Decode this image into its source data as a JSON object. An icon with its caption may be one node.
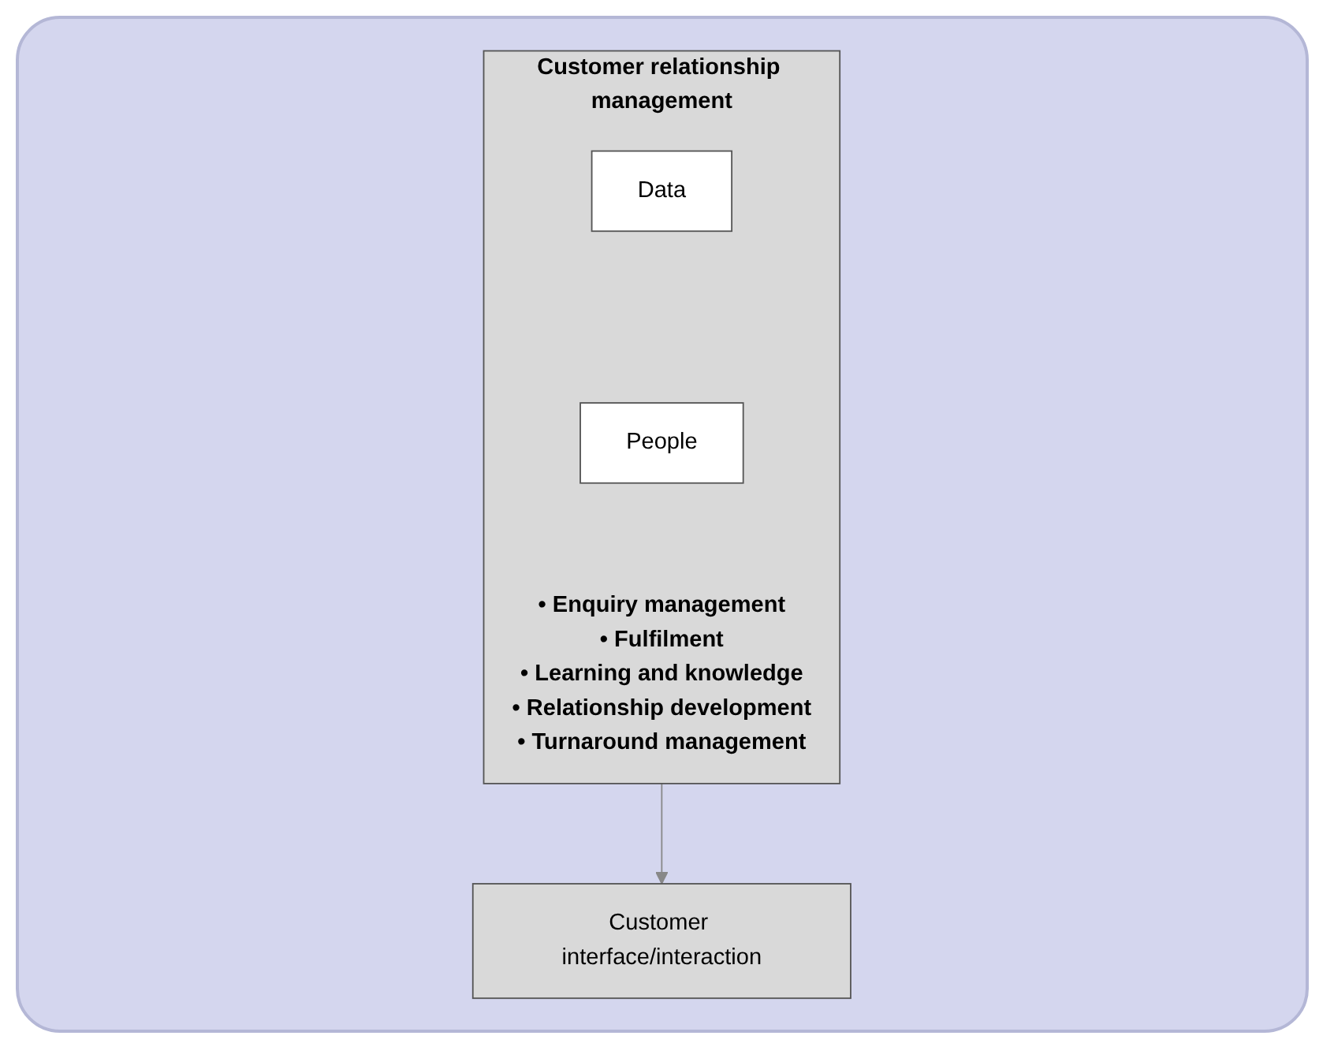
{
  "diagram": {
    "nodes": [
      {
        "text": [
          "Customer relationship management",
          "• Enquiry management",
          "• Fulfilment",
          "• Learning and knowledge",
          "• Relationship development",
          "• Turnaround management"
        ]
      },
      {
        "text": [
          "Data"
        ],
        "in": 0
      },
      {
        "text": [
          "People"
        ],
        "in": 0
      },
      {
        "text": [
          "Customer interface/interaction"
        ]
      }
    ],
    "edges": [
      {
        "from": 0,
        "to": 3,
        "arrow": "to"
      }
    ]
  }
}
